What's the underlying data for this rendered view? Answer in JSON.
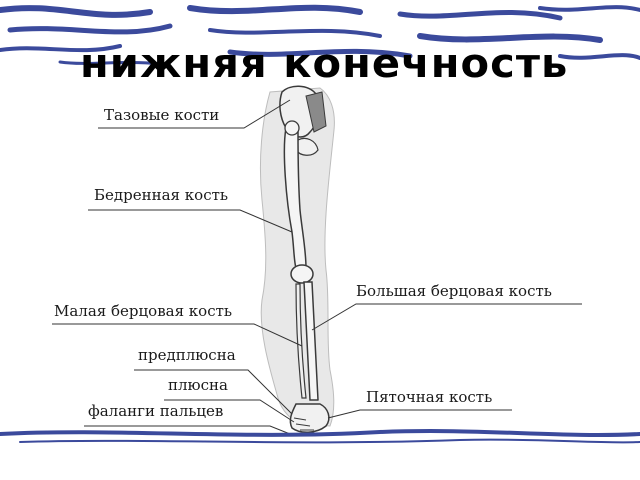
{
  "slide": {
    "title": "нижняя конечность",
    "labels": {
      "pelvis": "Тазовые кости",
      "femur": "Бедренная кость",
      "fibula": "Малая берцовая кость",
      "tibia": "Большая берцовая кость",
      "tarsus": "предплюсна",
      "metatarsus": "плюсна",
      "phalanges": "фаланги пальцев",
      "calcaneus": "Пяточная кость"
    }
  },
  "colors": {
    "stroke_blue": "#3b4a9c",
    "band_bg": "#ffffff",
    "bone_fill": "#f1f1f1",
    "bone_line": "#3a3a3a",
    "leg_shadow": "#cfcfcf"
  }
}
